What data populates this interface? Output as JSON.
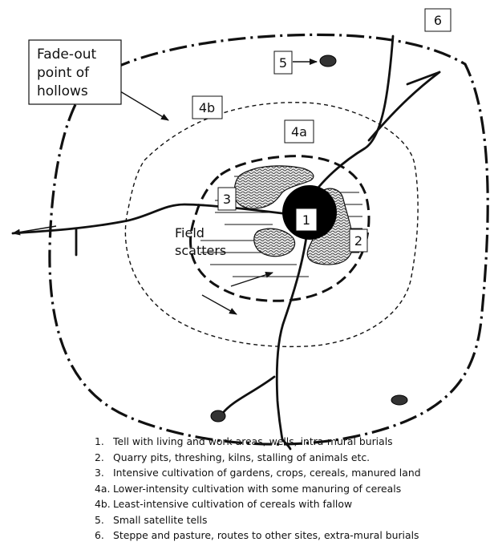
{
  "callout": {
    "fade_line1": "Fade-out",
    "fade_line2": "point of",
    "fade_line3": "hollows"
  },
  "zones": {
    "z1": "1",
    "z2": "2",
    "z3": "3",
    "z4a": "4a",
    "z4b": "4b",
    "z5": "5",
    "z6": "6"
  },
  "field_scatters": {
    "line1": "Field",
    "line2": "scatters"
  },
  "legend": [
    {
      "num": "1.",
      "text": "Tell with living and work areas, wells, intra-mural burials"
    },
    {
      "num": "2.",
      "text": "Quarry pits, threshing, kilns, stalling of animals etc."
    },
    {
      "num": "3.",
      "text": "Intensive cultivation of gardens, crops, cereals, manured land"
    },
    {
      "num": "4a.",
      "text": "Lower-intensity cultivation with some manuring of cereals"
    },
    {
      "num": "4b.",
      "text": "Least-intensive cultivation of cereals with fallow"
    },
    {
      "num": "5.",
      "text": "Small satellite tells"
    },
    {
      "num": "6.",
      "text": "Steppe and pasture, routes to other sites, extra-mural burials"
    }
  ]
}
